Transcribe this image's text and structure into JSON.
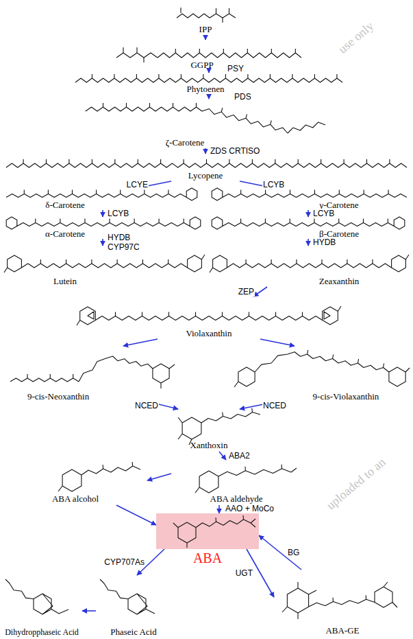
{
  "diagram": {
    "nodes": [
      {
        "text": [
          "IPP"
        ]
      },
      {
        "text": [
          "GGPP"
        ]
      },
      {
        "text": [
          "Phytoenen"
        ]
      },
      {
        "text": [
          "ζ-Carotene"
        ]
      },
      {
        "text": [
          "Lycopene"
        ]
      },
      {
        "text": [
          "δ-Carotene"
        ]
      },
      {
        "text": [
          "γ-Carotene"
        ]
      },
      {
        "text": [
          "α-Carotene"
        ]
      },
      {
        "text": [
          "β-Carotene"
        ]
      },
      {
        "text": [
          "Lutein"
        ]
      },
      {
        "text": [
          "Zeaxanthin"
        ]
      },
      {
        "text": [
          "Violaxanthin"
        ]
      },
      {
        "text": [
          "9-cis-Neoxanthin"
        ]
      },
      {
        "text": [
          "9-cis-Violaxanthin"
        ]
      },
      {
        "text": [
          "Xanthoxin"
        ]
      },
      {
        "text": [
          "ABA aldehyde"
        ]
      },
      {
        "text": [
          "ABA alcohol"
        ]
      },
      {
        "text": [
          "ABA"
        ]
      },
      {
        "text": [
          "Dihydropphaseic Acid"
        ]
      },
      {
        "text": [
          "Phaseic Acid"
        ]
      },
      {
        "text": [
          "ABA-GE"
        ]
      }
    ],
    "edges": [
      {
        "from": 0,
        "to": 1,
        "arrow": "to"
      },
      {
        "from": 1,
        "to": 2,
        "arrow": "to",
        "label": "PSY"
      },
      {
        "from": 2,
        "to": 3,
        "arrow": "to",
        "label": "PDS"
      },
      {
        "from": 3,
        "to": 4,
        "arrow": "to",
        "label": "ZDS CRTISO"
      },
      {
        "from": 4,
        "to": 5,
        "arrow": "to",
        "label": "LCYE"
      },
      {
        "from": 4,
        "to": 6,
        "arrow": "to",
        "label": "LCYB"
      },
      {
        "from": 5,
        "to": 7,
        "arrow": "to",
        "label": "LCYB"
      },
      {
        "from": 6,
        "to": 8,
        "arrow": "to",
        "label": "LCYB"
      },
      {
        "from": 7,
        "to": 9,
        "arrow": "to",
        "label": "HYDB CYP97C"
      },
      {
        "from": 8,
        "to": 10,
        "arrow": "to",
        "label": "HYDB"
      },
      {
        "from": 10,
        "to": 11,
        "arrow": "to",
        "label": "ZEP"
      },
      {
        "from": 11,
        "to": 12,
        "arrow": "to"
      },
      {
        "from": 11,
        "to": 13,
        "arrow": "to"
      },
      {
        "from": 12,
        "to": 14,
        "arrow": "to",
        "label": "NCED"
      },
      {
        "from": 13,
        "to": 14,
        "arrow": "to",
        "label": "NCED"
      },
      {
        "from": 14,
        "to": 15,
        "arrow": "to",
        "label": "ABA2"
      },
      {
        "from": 15,
        "to": 16,
        "arrow": "to"
      },
      {
        "from": 16,
        "to": 17,
        "arrow": "to"
      },
      {
        "from": 15,
        "to": 17,
        "arrow": "to",
        "label": "AAO + MoCo"
      },
      {
        "from": 17,
        "to": 19,
        "arrow": "to",
        "label": "CYP707As"
      },
      {
        "from": 19,
        "to": 18,
        "arrow": "to"
      },
      {
        "from": 17,
        "to": 20,
        "arrow": "to",
        "label": "UGT"
      },
      {
        "from": 20,
        "to": 17,
        "arrow": "to",
        "label": "BG"
      }
    ],
    "labels": [
      "use only",
      "uploaded to an"
    ]
  }
}
